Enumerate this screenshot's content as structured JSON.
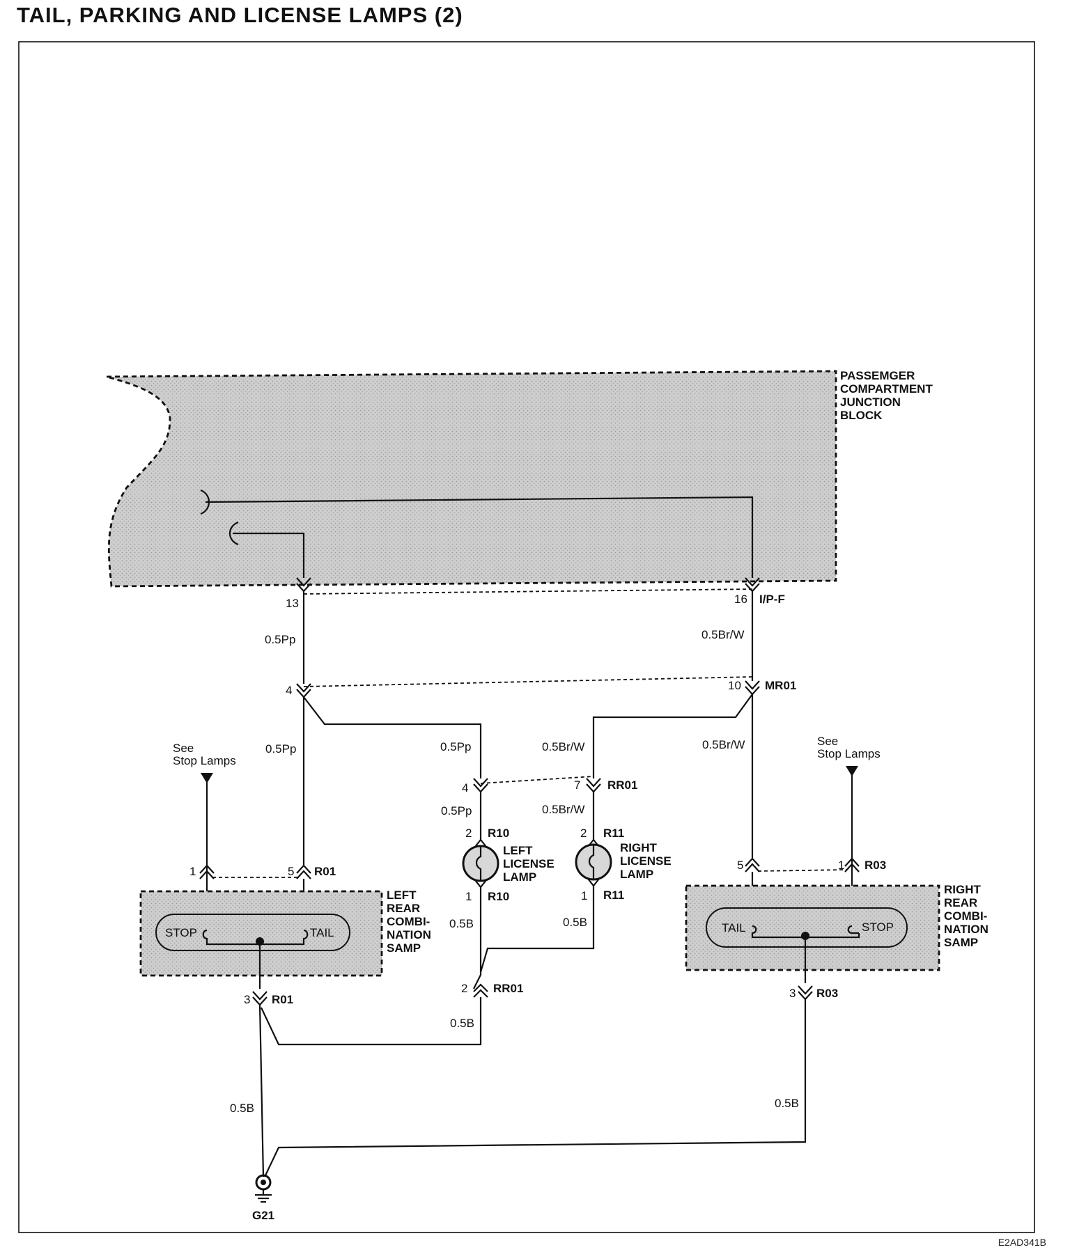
{
  "title": "TAIL, PARKING AND LICENSE LAMPS (2)",
  "doc_code": "E2AD341B",
  "junction_block": {
    "label": [
      "PASSEMGER",
      "COMPARTMENT",
      "JUNCTION",
      "BLOCK"
    ]
  },
  "connectors": {
    "ipf": {
      "left_pin": "13",
      "right_pin": "16",
      "name": "I/P-F"
    },
    "mr01": {
      "left_pin": "4",
      "right_pin": "10",
      "name": "MR01"
    },
    "rr01_top": {
      "left_pin": "4",
      "right_pin": "7",
      "name": "RR01"
    },
    "rr01_bottom": {
      "pin": "2",
      "name": "RR01"
    },
    "left_r01_top": {
      "left_pin": "1",
      "right_pin": "5",
      "name": "R01"
    },
    "left_r01_bottom": {
      "pin": "3",
      "name": "R01"
    },
    "right_r03_top": {
      "left_pin": "5",
      "right_pin": "1",
      "name": "R03"
    },
    "right_r03_bottom": {
      "pin": "3",
      "name": "R03"
    }
  },
  "wires": {
    "pp_ipf": "0.5Pp",
    "brw_ipf": "0.5Br/W",
    "pp_left_tail": "0.5Pp",
    "pp_license": "0.5Pp",
    "brw_license": "0.5Br/W",
    "brw_right_tail": "0.5Br/W",
    "pp_left_lamp": "0.5Pp",
    "brw_right_lamp": "0.5Br/W",
    "b_left_lamp": "0.5B",
    "b_right_lamp": "0.5B",
    "b_rr01": "0.5B",
    "b_ground_left": "0.5B",
    "b_ground_right": "0.5B"
  },
  "left_license_lamp": {
    "top_pin": "2",
    "top_conn": "R10",
    "bottom_pin": "1",
    "bottom_conn": "R10",
    "label": [
      "LEFT",
      "LICENSE",
      "LAMP"
    ]
  },
  "right_license_lamp": {
    "top_pin": "2",
    "top_conn": "R11",
    "bottom_pin": "1",
    "bottom_conn": "R11",
    "label": [
      "RIGHT",
      "LICENSE",
      "LAMP"
    ]
  },
  "left_rear_combination": {
    "stop": "STOP",
    "tail": "TAIL",
    "label": [
      "LEFT",
      "REAR",
      "COMBI-",
      "NATION",
      "SAMP"
    ]
  },
  "right_rear_combination": {
    "stop": "STOP",
    "tail": "TAIL",
    "label": [
      "RIGHT",
      "REAR",
      "COMBI-",
      "NATION",
      "SAMP"
    ]
  },
  "see_stop_left": [
    "See",
    "Stop Lamps"
  ],
  "see_stop_right": [
    "See",
    "Stop Lamps"
  ],
  "ground": "G21",
  "colors": {
    "ink": "#111111",
    "shade": "#c8c8c8",
    "background": "#ffffff"
  }
}
